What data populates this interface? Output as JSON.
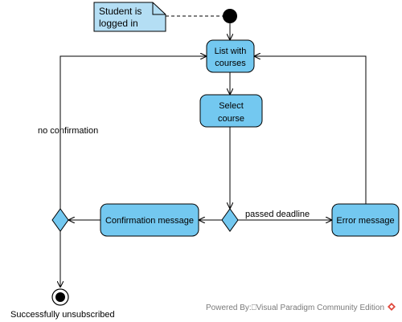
{
  "note": {
    "line1": "Student is",
    "line2": "logged in"
  },
  "activities": {
    "list": {
      "line1": "List with",
      "line2": "courses"
    },
    "select": {
      "line1": "Select",
      "line2": "course"
    },
    "confirm": {
      "label": "Confirmation message"
    },
    "error": {
      "label": "Error message"
    }
  },
  "labels": {
    "no_confirmation": "no confirmation",
    "passed_deadline": "passed deadline",
    "final": "Successfully unsubscribed"
  },
  "footer": {
    "powered_by": "Powered By:⎕Visual Paradigm Community Edition"
  },
  "colors": {
    "activity_fill": "#73c8f0",
    "note_fill": "#b4def4",
    "stroke": "#000000"
  }
}
